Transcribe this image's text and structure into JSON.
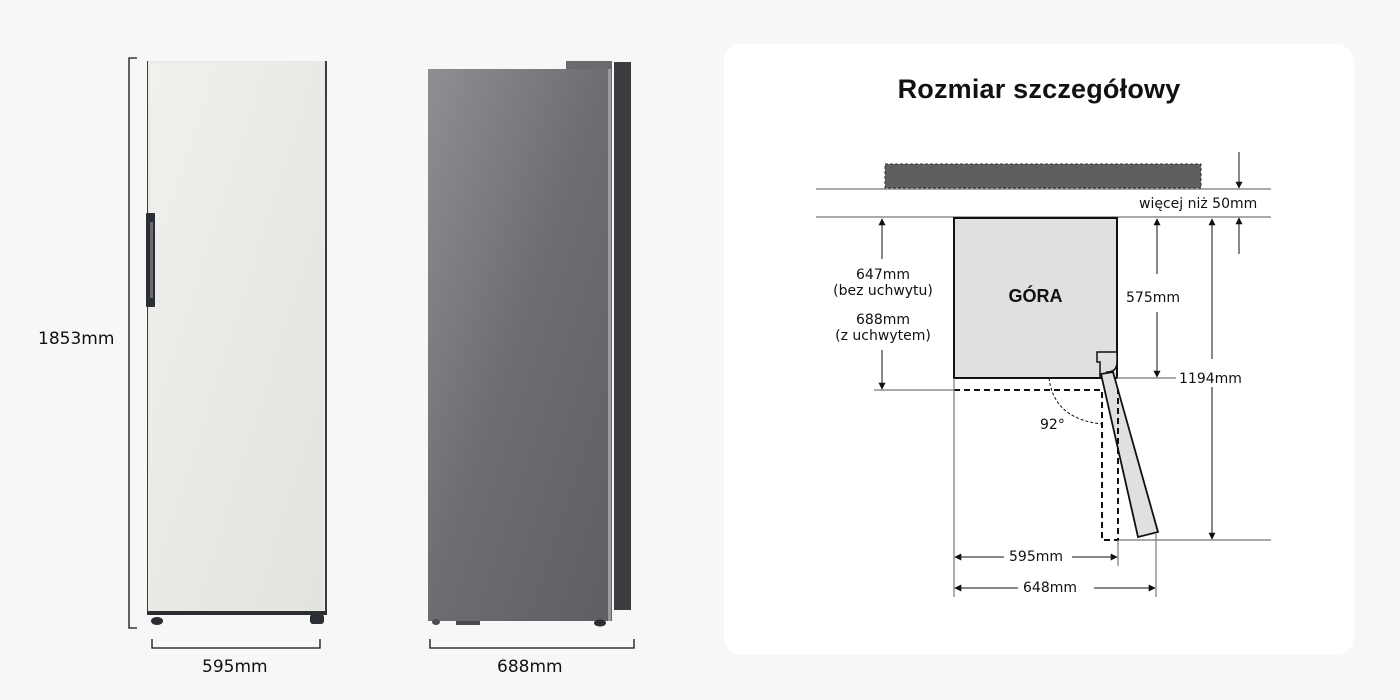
{
  "front_view": {
    "height_label": "1853mm",
    "width_label": "595mm",
    "door_color": "#e9e9e5",
    "handle_color": "#2b2e33"
  },
  "side_view": {
    "depth_label": "688mm",
    "body_color": "#6b6c70"
  },
  "detail_panel": {
    "title": "Rozmiar szczegółowy",
    "top_label": "GÓRA",
    "clearance_label": "więcej niż 50mm",
    "depth_no_handle": "647mm",
    "depth_no_handle_note": "(bez uchwytu)",
    "depth_with_handle": "688mm",
    "depth_with_handle_note": "(z uchwytem)",
    "door_depth_label": "575mm",
    "open_depth_label": "1194mm",
    "angle_label": "92°",
    "width_label": "595mm",
    "open_width_label": "648mm",
    "wall_color": "#5f5f5f",
    "fridge_fill": "#e0e0e0"
  }
}
